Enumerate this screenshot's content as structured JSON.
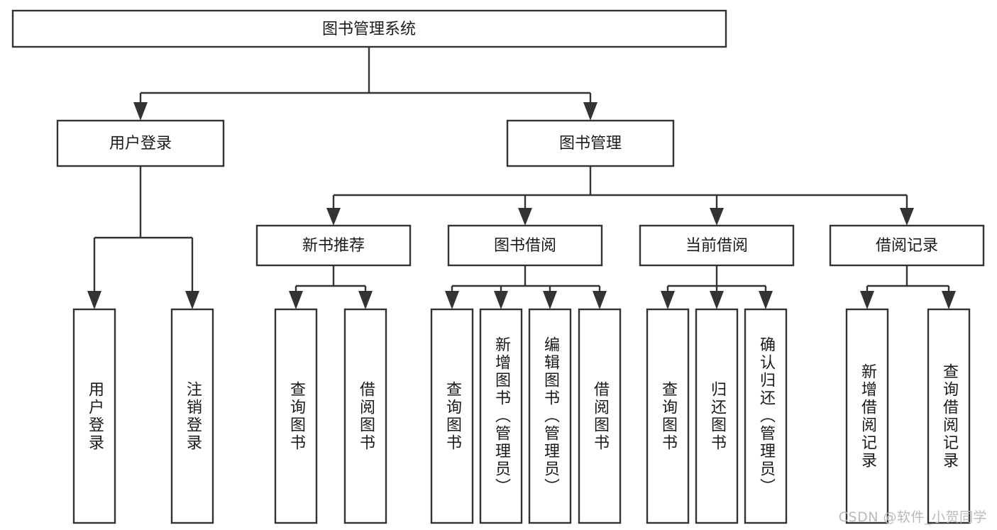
{
  "diagram": {
    "title": "图书管理系统",
    "type": "tree-hierarchy",
    "root": {
      "label": "图书管理系统",
      "orientation": "horizontal"
    },
    "level2": [
      {
        "label": "用户登录"
      },
      {
        "label": "图书管理"
      }
    ],
    "level3": [
      {
        "label": "新书推荐"
      },
      {
        "label": "图书借阅"
      },
      {
        "label": "当前借阅"
      },
      {
        "label": "借阅记录"
      }
    ],
    "leaves": {
      "user_login": [
        {
          "label": "用户登录"
        },
        {
          "label": "注销登录"
        }
      ],
      "new_book": [
        {
          "label": "查询图书"
        },
        {
          "label": "借阅图书"
        }
      ],
      "book_borrow": [
        {
          "label": "查询图书"
        },
        {
          "label": "新增图书（管理员）"
        },
        {
          "label": "编辑图书（管理员）"
        },
        {
          "label": "借阅图书"
        }
      ],
      "current_borrow": [
        {
          "label": "查询图书"
        },
        {
          "label": "归还图书"
        },
        {
          "label": "确认归还（管理员）"
        }
      ],
      "borrow_record": [
        {
          "label": "新增借阅记录"
        },
        {
          "label": "查询借阅记录"
        }
      ]
    }
  },
  "watermark": {
    "text": "CSDN @软件_小贺同学"
  },
  "colors": {
    "stroke": "#333333",
    "box_fill": "#ffffff",
    "text": "#1a1a1a",
    "watermark": "#b9b9b9",
    "background": "#ffffff"
  }
}
